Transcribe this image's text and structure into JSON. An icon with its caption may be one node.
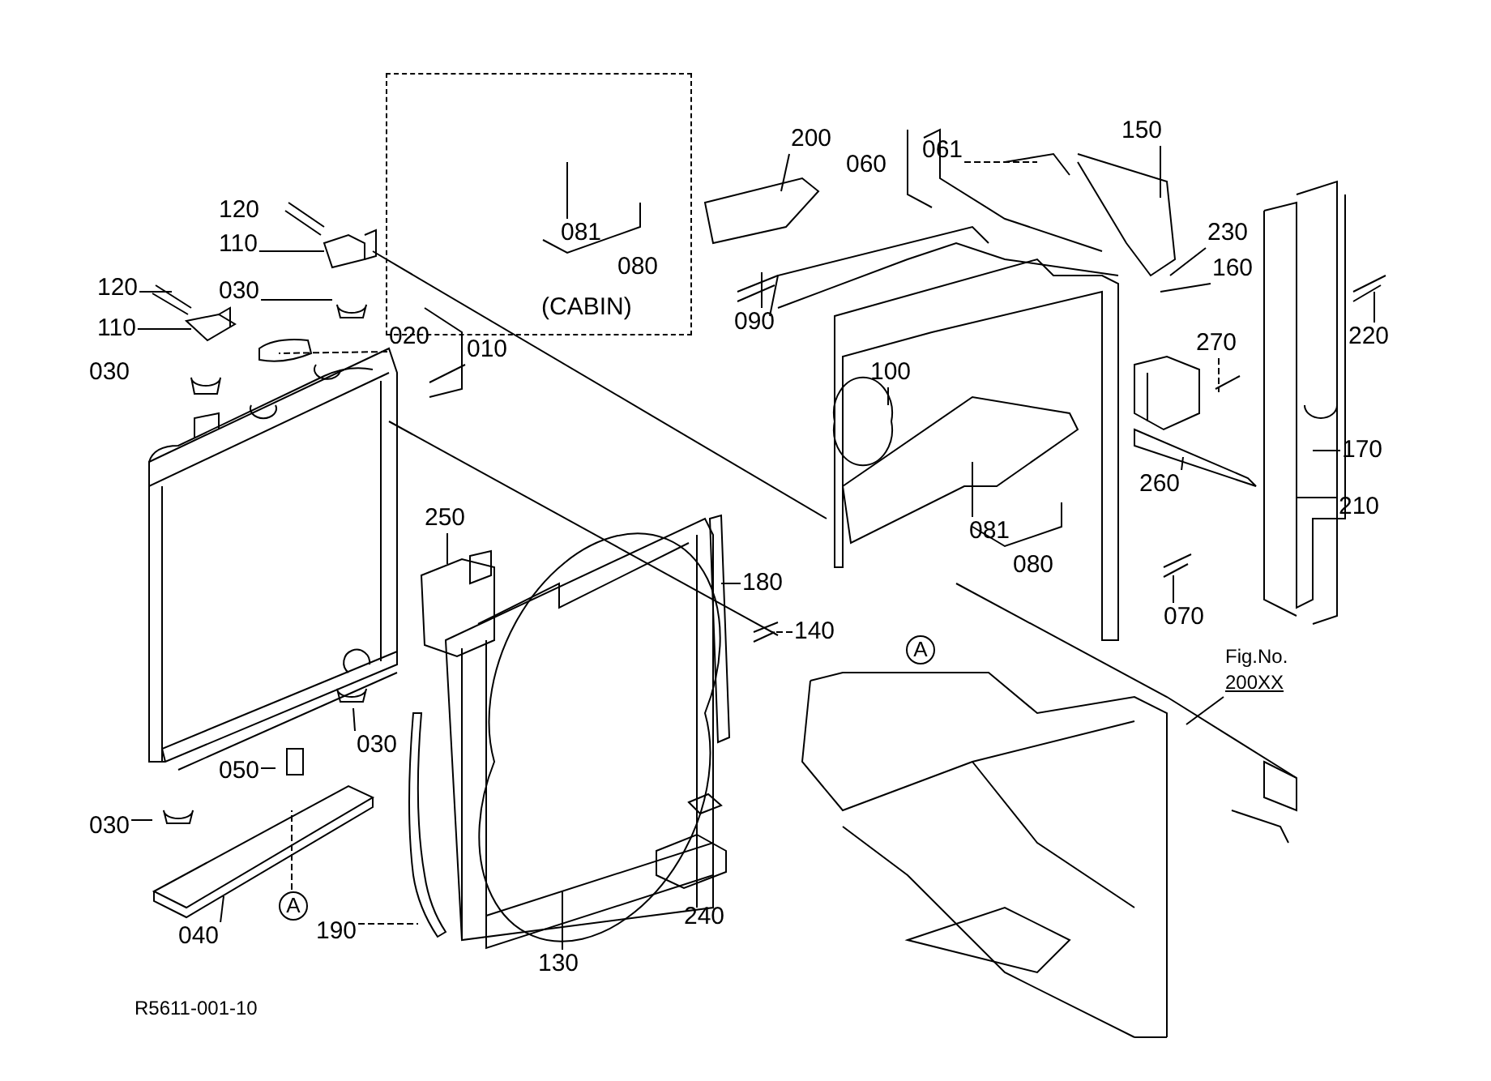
{
  "diagram": {
    "nodes": [
      {
        "text": [
          "(CABIN)"
        ]
      },
      {
        "text": [
          "081"
        ],
        "in": 0
      },
      {
        "text": [
          "080"
        ],
        "in": 0
      },
      {
        "text": [
          "200"
        ]
      },
      {
        "text": [
          "061"
        ]
      },
      {
        "text": [
          "150"
        ]
      },
      {
        "text": [
          "230"
        ]
      },
      {
        "text": [
          "060"
        ]
      },
      {
        "text": [
          "120"
        ]
      },
      {
        "text": [
          "110"
        ]
      },
      {
        "text": [
          "160"
        ]
      },
      {
        "text": [
          "030"
        ]
      },
      {
        "text": [
          "120"
        ]
      },
      {
        "text": [
          "090"
        ]
      },
      {
        "text": [
          "110"
        ]
      },
      {
        "text": [
          "020"
        ]
      },
      {
        "text": [
          "010"
        ]
      },
      {
        "text": [
          "270"
        ]
      },
      {
        "text": [
          "220"
        ]
      },
      {
        "text": [
          "030"
        ]
      },
      {
        "text": [
          "100"
        ]
      },
      {
        "text": [
          "170"
        ]
      },
      {
        "text": [
          "260"
        ]
      },
      {
        "text": [
          "210"
        ]
      },
      {
        "text": [
          "250"
        ]
      },
      {
        "text": [
          "081"
        ]
      },
      {
        "text": [
          "080"
        ]
      },
      {
        "text": [
          "180"
        ]
      },
      {
        "text": [
          "070"
        ]
      },
      {
        "text": [
          "140"
        ]
      },
      {
        "text": [
          "A"
        ]
      },
      {
        "text": [
          "Fig.No.",
          "200XX"
        ]
      },
      {
        "text": [
          "030"
        ]
      },
      {
        "text": [
          "050"
        ]
      },
      {
        "text": [
          "030"
        ]
      },
      {
        "text": [
          "A"
        ]
      },
      {
        "text": [
          "240"
        ]
      },
      {
        "text": [
          "190"
        ]
      },
      {
        "text": [
          "040"
        ]
      },
      {
        "text": [
          "130"
        ]
      }
    ],
    "edges": [
      {
        "from": 1,
        "to": null,
        "arrow": "none"
      },
      {
        "from": 3,
        "to": null,
        "arrow": "none"
      },
      {
        "from": 4,
        "to": null,
        "arrow": "none",
        "style": "dashed"
      },
      {
        "from": 5,
        "to": null,
        "arrow": "none"
      },
      {
        "from": 6,
        "to": null,
        "arrow": "none"
      },
      {
        "from": 9,
        "to": null,
        "arrow": "none"
      },
      {
        "from": 10,
        "to": null,
        "arrow": "none"
      },
      {
        "from": 11,
        "to": null,
        "arrow": "none"
      },
      {
        "from": 12,
        "to": null,
        "arrow": "none"
      },
      {
        "from": 13,
        "to": null,
        "arrow": "none"
      },
      {
        "from": 14,
        "to": null,
        "arrow": "none"
      },
      {
        "from": 15,
        "to": null,
        "arrow": "none",
        "style": "dashed"
      },
      {
        "from": 16,
        "to": null,
        "arrow": "none"
      },
      {
        "from": 17,
        "to": null,
        "arrow": "none",
        "style": "dashed"
      },
      {
        "from": 18,
        "to": null,
        "arrow": "none"
      },
      {
        "from": 20,
        "to": null,
        "arrow": "none"
      },
      {
        "from": 21,
        "to": null,
        "arrow": "none"
      },
      {
        "from": 22,
        "to": null,
        "arrow": "none"
      },
      {
        "from": 23,
        "to": null,
        "arrow": "none"
      },
      {
        "from": 24,
        "to": null,
        "arrow": "none"
      },
      {
        "from": 25,
        "to": null,
        "arrow": "none"
      },
      {
        "from": 27,
        "to": null,
        "arrow": "none"
      },
      {
        "from": 28,
        "to": null,
        "arrow": "none"
      },
      {
        "from": 29,
        "to": null,
        "arrow": "none",
        "style": "dashed"
      },
      {
        "from": 31,
        "to": null,
        "arrow": "none"
      },
      {
        "from": 33,
        "to": null,
        "arrow": "none"
      },
      {
        "from": 32,
        "to": null,
        "arrow": "none"
      },
      {
        "from": 34,
        "to": null,
        "arrow": "none"
      },
      {
        "from": 35,
        "to": null,
        "arrow": "none",
        "style": "dashed"
      },
      {
        "from": 37,
        "to": null,
        "arrow": "none",
        "style": "dashed"
      },
      {
        "from": 38,
        "to": null,
        "arrow": "none"
      },
      {
        "from": 39,
        "to": null,
        "arrow": "none"
      }
    ],
    "labels": [
      "R5611-001-10"
    ]
  }
}
